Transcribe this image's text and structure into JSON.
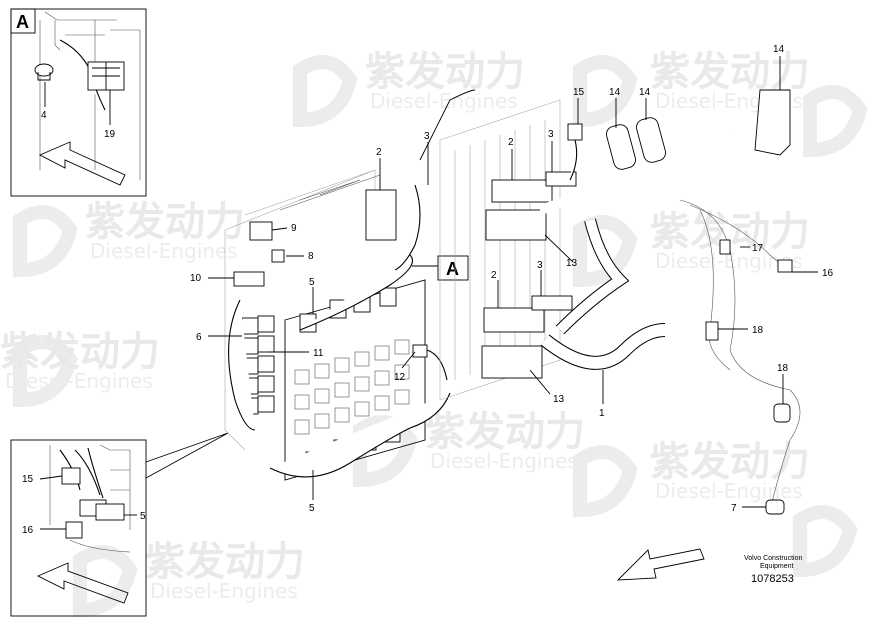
{
  "watermark": {
    "brand_cn": "紫发动力",
    "brand_en": "Diesel-Engines"
  },
  "callouts": {
    "a_marker": "A",
    "inset_top_letter": "A",
    "n1": "1",
    "n2": "2",
    "n3": "3",
    "n4": "4",
    "n5": "5",
    "n6": "6",
    "n7": "7",
    "n8": "8",
    "n9": "9",
    "n10": "10",
    "n11": "11",
    "n12": "12",
    "n13": "13",
    "n14": "14",
    "n15": "15",
    "n16": "16",
    "n17": "17",
    "n18": "18",
    "n19": "19"
  },
  "credit": {
    "line1": "Volvo Construction",
    "line2": "Equipment",
    "doc_number": "1078253"
  },
  "colors": {
    "ink": "#000000",
    "paper": "#ffffff",
    "watermark": "#e9e9e9"
  }
}
